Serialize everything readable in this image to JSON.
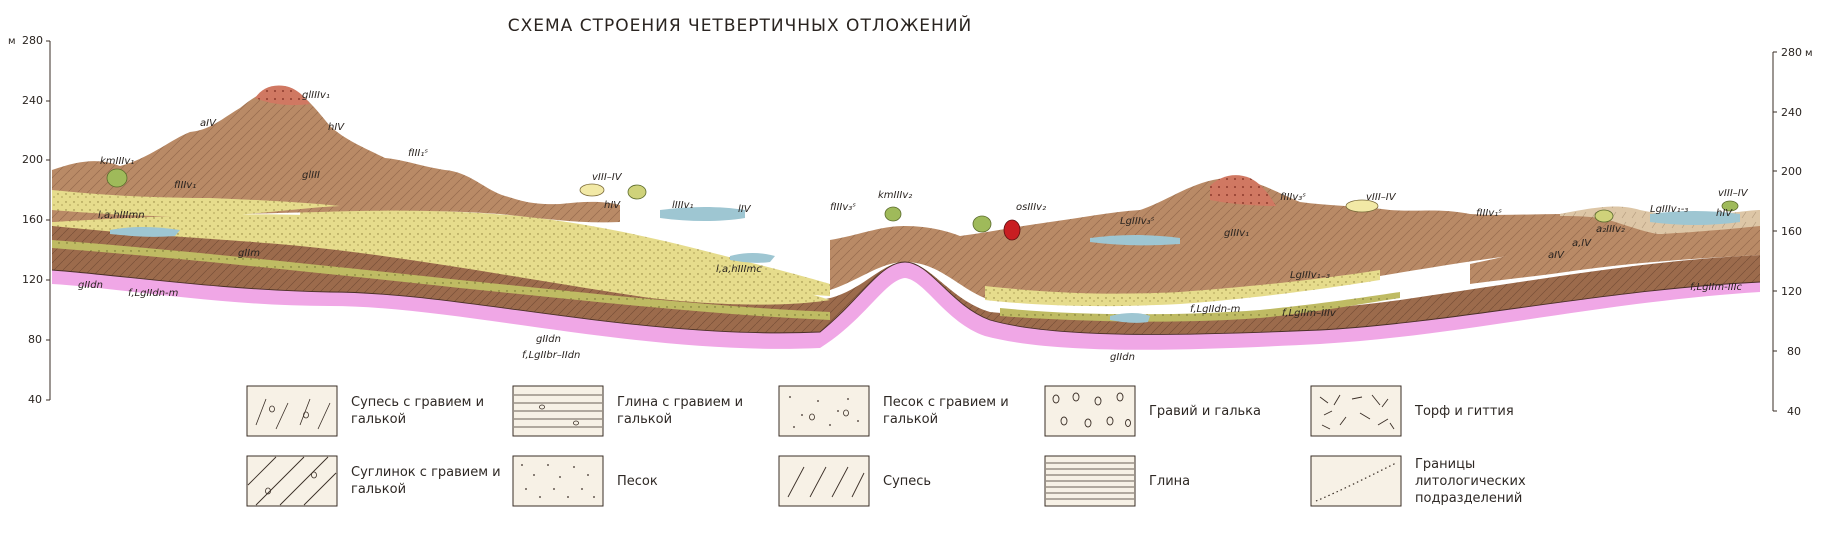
{
  "title": "СХЕМА СТРОЕНИЯ ЧЕТВЕРТИЧНЫХ ОТЛОЖЕНИЙ",
  "axis": {
    "unit": "м",
    "left_ticks": [
      "280",
      "240",
      "200",
      "160",
      "120",
      "80",
      "40"
    ],
    "right_ticks": [
      "280",
      "240",
      "200",
      "160",
      "120",
      "80",
      "40"
    ]
  },
  "profile_labels": [
    "glIIIv₁",
    "aIV",
    "hIV",
    "kmIIIv₁",
    "fIIIv₁",
    "glIII",
    "fIII₁ˢ",
    "l,a,hIIImn",
    "gIIm",
    "gIIdn",
    "f,LgIIdn-m",
    "f,LgIIm-IIIc",
    "vIII–IV",
    "lIIIv₁",
    "hIV",
    "lIV",
    "l,a,hIIImc",
    "f,LgIIbr–IIdn",
    "gIIdn",
    "fIIIv₃ˢ",
    "kmIIIv₂",
    "osIIIv₂",
    "LgIIIv₃ˢ",
    "f,LgIIdn-m",
    "gIIdn",
    "fIIIv₃ˢ",
    "vIII–IV",
    "gIIIv₁",
    "fIIIv₁ˢ",
    "a₂IIIv₂",
    "aIV",
    "LgIIIv₁-₃",
    "hIV",
    "vIII–IV",
    "f,LgIIm–IIIv",
    "LgIIIv₁₋₃",
    "a,IV"
  ],
  "legend": [
    {
      "id": "supes-gravel",
      "label": "Супесь с гравием и галькой"
    },
    {
      "id": "clay-gravel",
      "label": "Глина с гравием и галькой"
    },
    {
      "id": "sand-gravel",
      "label": "Песок с гравием и галькой"
    },
    {
      "id": "gravel",
      "label": "Гравий и галька"
    },
    {
      "id": "peat",
      "label": "Торф и гиттия"
    },
    {
      "id": "loam-gravel",
      "label": "Суглинок с гравием и галькой"
    },
    {
      "id": "sand",
      "label": "Песок"
    },
    {
      "id": "supes",
      "label": "Супесь"
    },
    {
      "id": "clay",
      "label": "Глина"
    },
    {
      "id": "boundary",
      "label": "Границы литологических подразделений"
    }
  ],
  "colors": {
    "loam": "#b98a66",
    "loam_dark": "#9c6b4c",
    "sand_yellow": "#e6dc8c",
    "sand_olive": "#bfbb63",
    "supes_light": "#ddc6a6",
    "clay_blue": "#9ec6d2",
    "base_pink": "#f0a7e6",
    "red_moraine": "#d07862",
    "peat_green": "#9fba5a"
  }
}
